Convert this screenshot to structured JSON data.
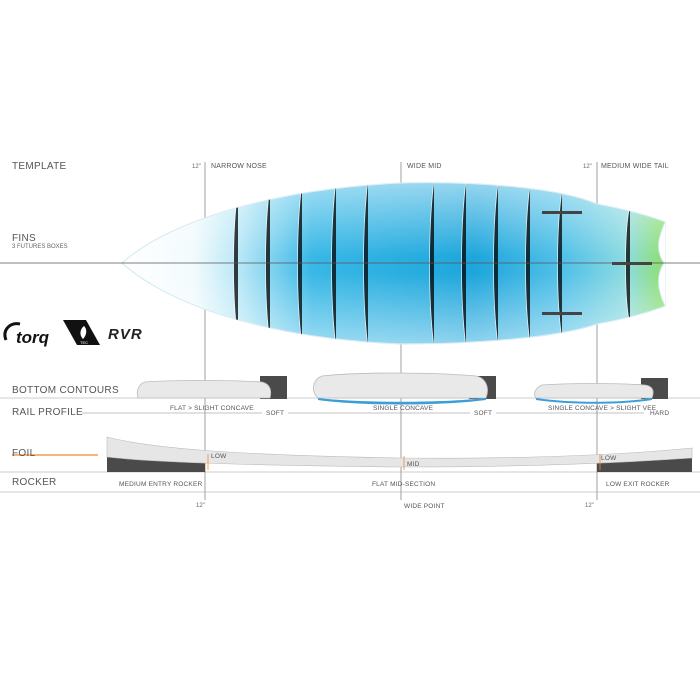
{
  "sections": {
    "template": "TEMPLATE",
    "fins": "FINS",
    "fins_sub": "3 FUTURES BOXES",
    "bottom_contours": "BOTTOM  CONTOURS",
    "rail_profile": "RAIL PROFILE",
    "foil": "FOIL",
    "rocker": "ROCKER"
  },
  "template_callouts": {
    "nose_measure": "12\"",
    "nose": "NARROW NOSE",
    "mid": "WIDE MID",
    "tail_measure": "12\"",
    "tail": "MEDIUM WIDE TAIL"
  },
  "bottom_contours": {
    "nose": "FLAT > SLIGHT CONCAVE",
    "mid": "SINGLE CONCAVE",
    "tail": "SINGLE CONCAVE > SLIGHT VEE"
  },
  "rail_profile": {
    "nose": "SOFT",
    "mid": "SOFT",
    "tail": "HARD"
  },
  "foil": {
    "nose": "LOW",
    "mid": "MID",
    "tail": "LOW"
  },
  "rocker": {
    "nose": "MEDIUM ENTRY ROCKER",
    "mid": "FLAT MID-SECTION",
    "tail": "LOW EXIT ROCKER"
  },
  "bottom_measures": {
    "nose": "12\"",
    "mid": "WIDE POINT",
    "tail": "12\""
  },
  "brands": {
    "torq": "torq",
    "tec": "TEC",
    "rvr": "RVR"
  },
  "colors": {
    "board_blue": "#1ea6dc",
    "board_light": "#9edff5",
    "tail_green": "#7ed957",
    "foil_accent": "#f08a2a",
    "rail_dark": "#4a4a4a",
    "contour_blue": "#3a9fd8"
  }
}
